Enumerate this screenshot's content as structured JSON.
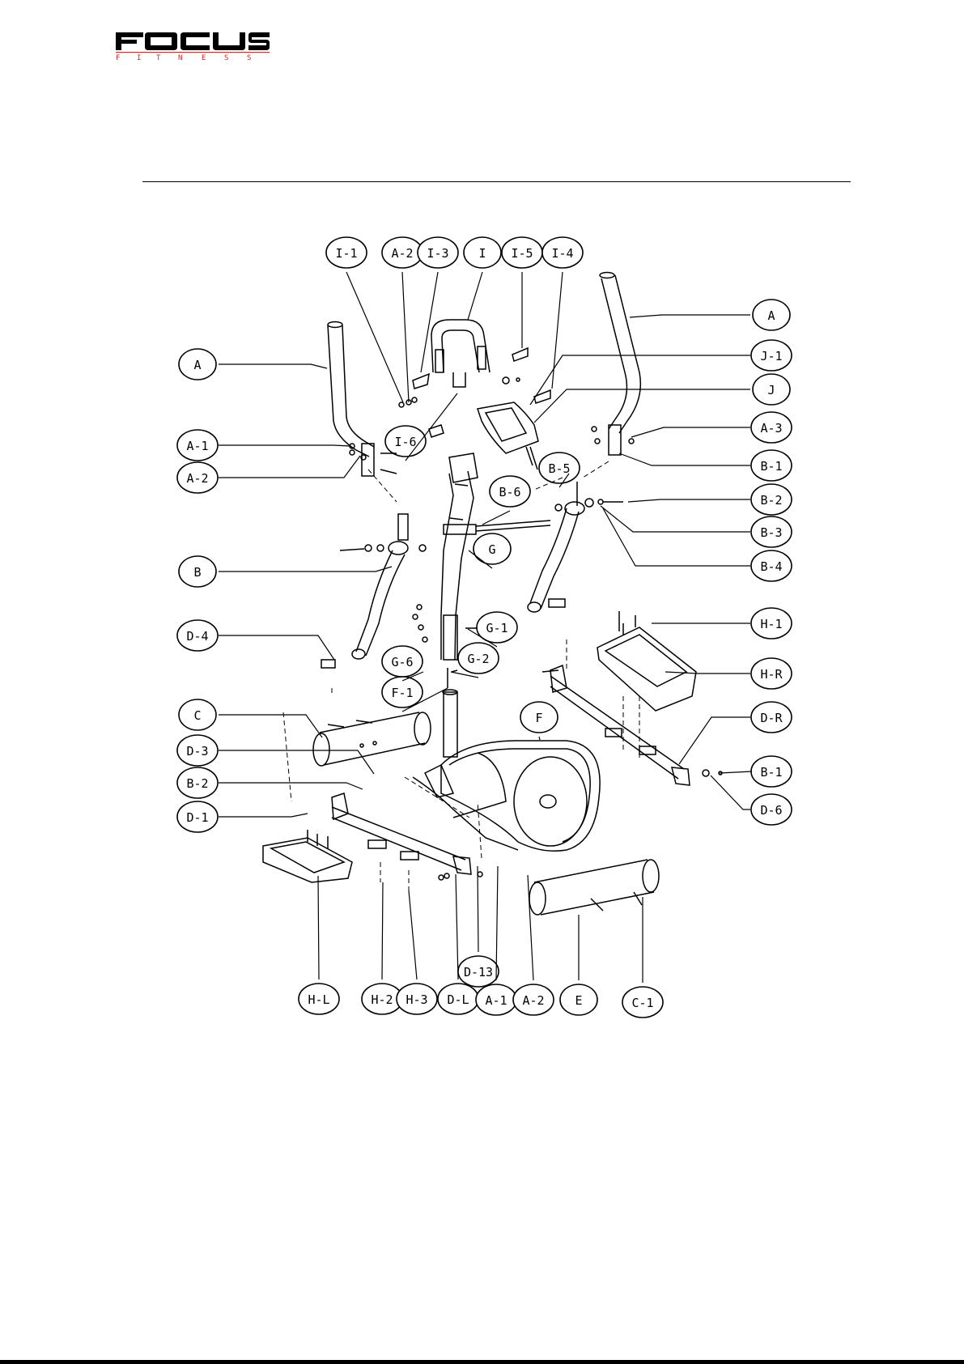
{
  "header": {
    "brand": "FOCUS",
    "tagline": "FITNESS"
  },
  "diagram": {
    "callouts": [
      "I-1",
      "A-2",
      "I-3",
      "I",
      "I-5",
      "I-4",
      "A",
      "J-1",
      "J",
      "A",
      "A-1",
      "A-2",
      "I-6",
      "A-3",
      "B-1",
      "B-5",
      "B-2",
      "B-6",
      "B-3",
      "G",
      "B",
      "B-4",
      "D-4",
      "G-1",
      "H-1",
      "G-6",
      "G-2",
      "H-R",
      "F-1",
      "C",
      "F",
      "D-R",
      "D-3",
      "B-1",
      "B-2",
      "D-6",
      "D-1",
      "H-L",
      "H-2",
      "H-3",
      "D-L",
      "D-13",
      "A-1",
      "A-2",
      "E",
      "C-1"
    ]
  }
}
